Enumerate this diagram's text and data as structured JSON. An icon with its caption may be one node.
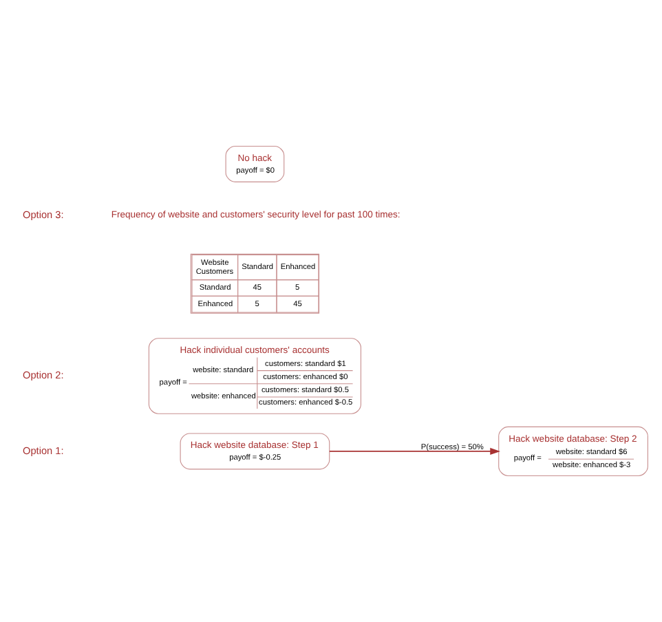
{
  "diagram": {
    "nodes": [
      {
        "text": [
          "Hack website database: Step 1",
          "payoff = $-0.25"
        ]
      },
      {
        "text": [
          "Hack website database: Step 2",
          "payoff =",
          "website: standard $6",
          "website: enhanced $-3"
        ]
      },
      {
        "text": [
          "Hack individual customers' accounts",
          "payoff =",
          "website: standard",
          "customers: standard $1",
          "customers: enhanced $0",
          "website: enhanced",
          "customers: standard $0.5",
          "customers: enhanced $-0.5"
        ]
      },
      {
        "text": [
          "No hack",
          "payoff = $0"
        ]
      }
    ],
    "edges": [
      {
        "from": 0,
        "to": 1,
        "arrow": "to",
        "label": "P(success) = 50%"
      }
    ],
    "labels": [
      "Option 1:",
      "Option 2:",
      "Option 3:",
      "Frequency of website and customers' security level for past 100 times:",
      "Website",
      "Customers",
      "Standard",
      "Enhanced",
      "Standard",
      "45",
      "5",
      "Enhanced",
      "5",
      "45"
    ]
  }
}
